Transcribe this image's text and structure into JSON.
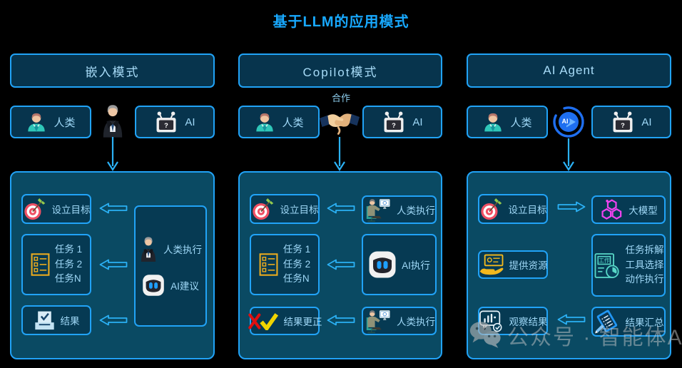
{
  "title": "基于LLM的应用模式",
  "watermark": "公众号 · 智能体AI",
  "icons": {
    "robot_screen_glyph": "?"
  },
  "columns": {
    "embed": {
      "header": "嵌入模式",
      "human_label": "人类",
      "ai_label": "AI",
      "panel": {
        "goal": "设立目标",
        "task1": "任务 1",
        "task2": "任务 2",
        "taskN": "任务N",
        "result": "结果",
        "human_exec": "人类执行",
        "ai_suggest": "AI建议"
      }
    },
    "copilot": {
      "header": "Copilot模式",
      "relation": "合作",
      "human_label": "人类",
      "ai_label": "AI",
      "panel": {
        "goal": "设立目标",
        "goal_exec": "人类执行",
        "task1": "任务 1",
        "task2": "任务 2",
        "taskN": "任务N",
        "task_exec": "AI执行",
        "result": "结果更正",
        "result_exec": "人类执行"
      }
    },
    "agent": {
      "header": "AI Agent",
      "agent_badge": "AI",
      "human_label": "人类",
      "ai_label": "AI",
      "panel": {
        "goal": "设立目标",
        "model": "大模型",
        "resource": "提供资源",
        "step1": "任务拆解",
        "step2": "工具选择",
        "step3": "动作执行",
        "work_doc_label": "工作",
        "observe": "观察结果",
        "summary": "结果汇总"
      }
    }
  }
}
